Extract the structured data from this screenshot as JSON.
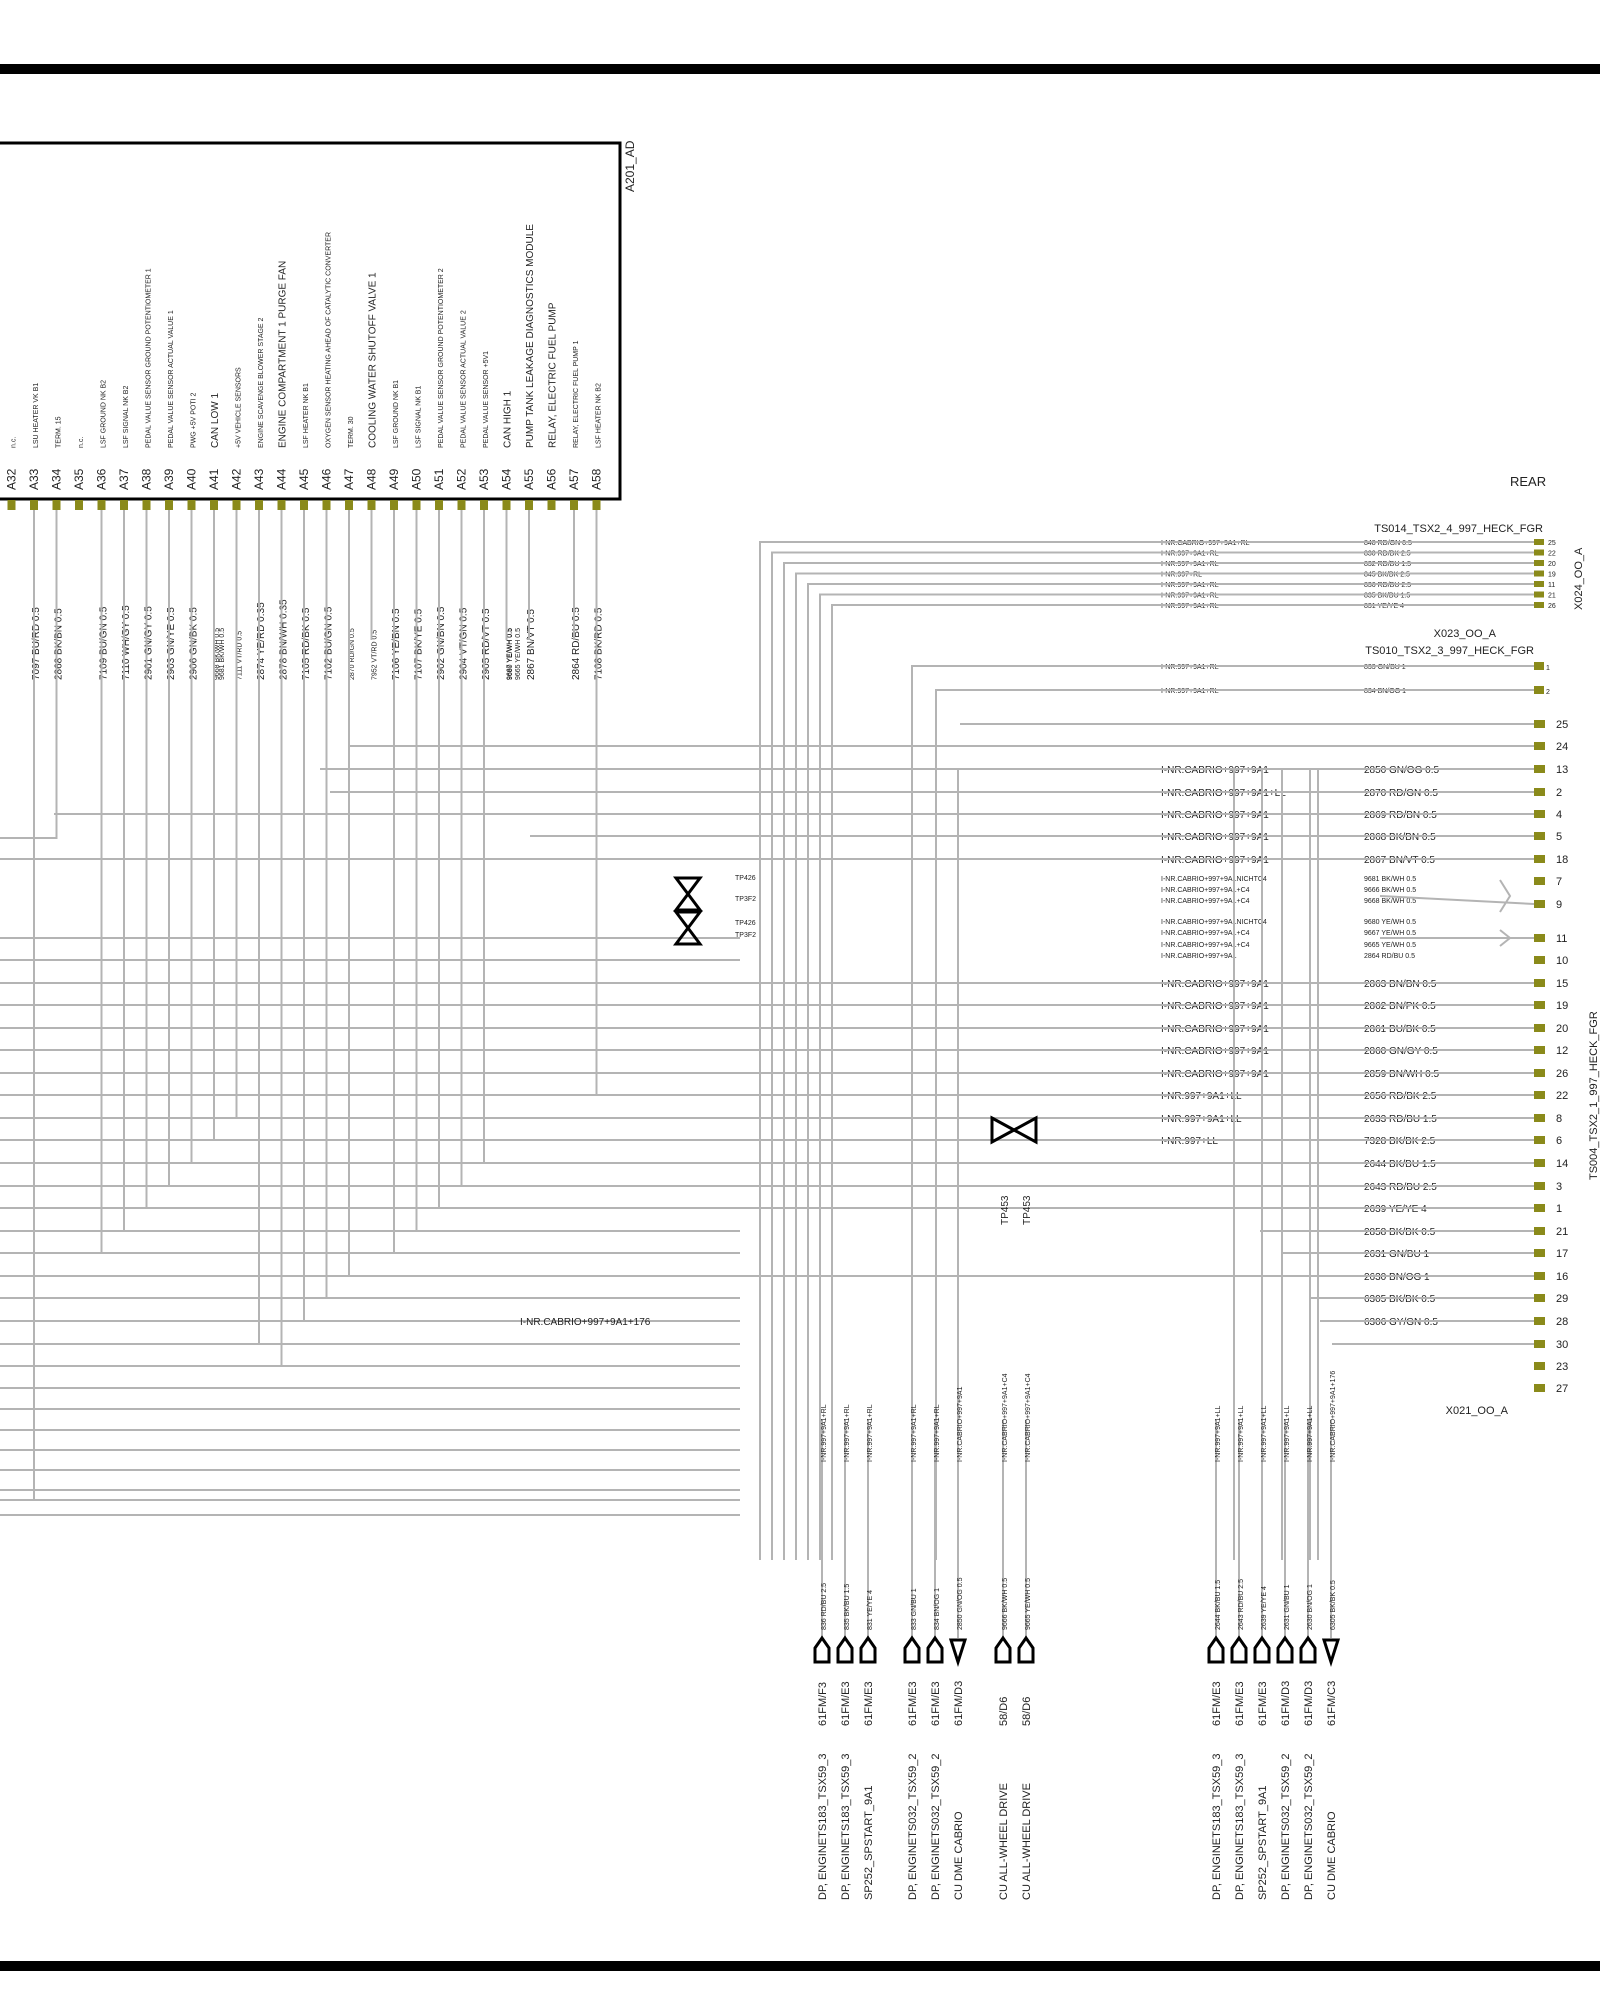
{
  "module": {
    "name": "A201_AD",
    "pins": [
      {
        "pin": "A32",
        "label": "n.c.",
        "wire": ""
      },
      {
        "pin": "A33",
        "label": "LSU HEATER VK B1",
        "wire": "7097 BU/RD 0.5"
      },
      {
        "pin": "A34",
        "label": "TERM. 15",
        "wire": "2868 BK/BN 0.5"
      },
      {
        "pin": "A35",
        "label": "n.c.",
        "wire": ""
      },
      {
        "pin": "A36",
        "label": "LSF GROUND NK B2",
        "wire": "7109 BU/GN 0.5"
      },
      {
        "pin": "A37",
        "label": "LSF SIGNAL NK B2",
        "wire": "7110 WH/GY 0.5"
      },
      {
        "pin": "A38",
        "label": "PEDAL VALUE SENSOR   GROUND POTENTIOMETER 1",
        "wire": "2901 GN/GY 0.5"
      },
      {
        "pin": "A39",
        "label": "PEDAL VALUE SENSOR   ACTUAL VALUE 1",
        "wire": "2903 GN/YE 0.5"
      },
      {
        "pin": "A40",
        "label": "PWG +5V POTI 2",
        "wire": "2906 GN/BK 0.5"
      },
      {
        "pin": "A41",
        "label": "CAN LOW    1",
        "wire": "9668 BK/WH 0.5"
      },
      {
        "pin": "A42",
        "label": "+5V VEHICLE SENSORS",
        "wire": "7111 VT/RD 0.5"
      },
      {
        "pin": "A43",
        "label": "ENGINE SCAVENGE BLOWER   STAGE 2",
        "wire": "2874 YE/RD 0.35"
      },
      {
        "pin": "A44",
        "label": "ENGINE  COMPARTMENT   1  PURGE FAN",
        "wire": "2878 BN/WH 0.35"
      },
      {
        "pin": "A45",
        "label": "LSF HEATER NK B1",
        "wire": "7105 RD/BK 0.5"
      },
      {
        "pin": "A46",
        "label": "OXYGEN   SENSOR  HEATING   AHEAD OF CATALYTIC CONVERTER",
        "wire": "7102 BU/GN 0.5"
      },
      {
        "pin": "A47",
        "label": "TERM. 30",
        "wire": "2870 RD/GN 0.5"
      },
      {
        "pin": "A48",
        "label": "COOLING   WATER SHUTOFF VALVE   1",
        "wire": "7952 VT/RD 0.5"
      },
      {
        "pin": "A49",
        "label": "LSF GROUND NK B1",
        "wire": "7106 YE/BN 0.5"
      },
      {
        "pin": "A50",
        "label": "LSF SIGNAL NK B1",
        "wire": "7107 BK/YE 0.5"
      },
      {
        "pin": "A51",
        "label": "PEDAL VALUE SENSOR   GROUND POTENTIOMETER 2",
        "wire": "2902 GN/BN 0.5"
      },
      {
        "pin": "A52",
        "label": "PEDAL VALUE SENSOR   ACTUAL VALUE 2",
        "wire": "2904 VT/GN 0.5"
      },
      {
        "pin": "A53",
        "label": "PEDAL VALUE   SENSOR +5V1",
        "wire": "2905 RD/VT 0.5"
      },
      {
        "pin": "A54",
        "label": "CAN HIGH 1",
        "wire": "9667 YE/WH 0.5"
      },
      {
        "pin": "A55",
        "label": "PUMP TANK LEAKAGE DIAGNOSTICS MODULE",
        "wire": "2867 BN/VT 0.5"
      },
      {
        "pin": "A56",
        "label": "RELAY, ELECTRIC FUEL PUMP",
        "wire": ""
      },
      {
        "pin": "A57",
        "label": "RELAY, ELECTRIC FUEL PUMP 1",
        "wire": "2864 RD/BU 0.5"
      },
      {
        "pin": "A58",
        "label": "LSF HEATER NK B2",
        "wire": "7108 BK/RD 0.5"
      }
    ],
    "extra_wires": [
      "9681 BK/WH 0.5",
      "9680 YE/WH 0.5",
      "9665 YE/WH 0.5"
    ]
  },
  "rear_label": "REAR",
  "connector_x024": {
    "name": "TS014_TSX2_4_997_HECK_FGR",
    "id": "X024_OO_A",
    "rows": [
      {
        "pin": "25",
        "net": "I-NR.CABRIO+997+9A1+RL",
        "wire": "848 RD/GN 0.5"
      },
      {
        "pin": "22",
        "net": "I-NR.997+9A1+RL",
        "wire": "830 RD/BK 2.5"
      },
      {
        "pin": "20",
        "net": "I-NR.997+9A1+RL",
        "wire": "832 RD/BU 1.5"
      },
      {
        "pin": "19",
        "net": "I-NR.997+RL",
        "wire": "845 BK/BK 2.5"
      },
      {
        "pin": "11",
        "net": "I-NR.997+9A1+RL",
        "wire": "836 RD/BU 2.5"
      },
      {
        "pin": "21",
        "net": "I-NR.997+9A1+RL",
        "wire": "835 BK/BU 1.5"
      },
      {
        "pin": "26",
        "net": "I-NR.997+9A1+RL",
        "wire": "831 YE/YE 4"
      }
    ]
  },
  "connector_x023": {
    "name": "TS010_TSX2_3_997_HECK_FGR",
    "id": "X023_OO_A",
    "rows": [
      {
        "pin": "1",
        "net": "I-NR.997+9A1+RL",
        "wire": "833 GN/BU 1"
      },
      {
        "pin": "2",
        "net": "I-NR.997+9A1+RL",
        "wire": "834 BN/OG 1"
      }
    ]
  },
  "connector_x021": {
    "name": "TS004_TSX2_1_997_HECK_FGR",
    "id": "X021_OO_A",
    "rows": [
      {
        "pin": "25",
        "net": "",
        "wire": ""
      },
      {
        "pin": "24",
        "net": "",
        "wire": ""
      },
      {
        "pin": "13",
        "net": "I-NR.CABRIO+997+9A1",
        "wire": "2850 GN/OG 0.5"
      },
      {
        "pin": "2",
        "net": "I-NR.CABRIO+997+9A1+LL",
        "wire": "2870 RD/GN 0.5"
      },
      {
        "pin": "4",
        "net": "I-NR.CABRIO+997+9A1",
        "wire": "2869 RD/BN 0.5"
      },
      {
        "pin": "5",
        "net": "I-NR.CABRIO+997+9A1",
        "wire": "2868 BK/BN 0.5"
      },
      {
        "pin": "18",
        "net": "I-NR.CABRIO+997+9A1",
        "wire": "2867 BN/VT 0.5"
      },
      {
        "pin": "7",
        "net": "",
        "wire": ""
      },
      {
        "pin": "9",
        "net": "",
        "wire": ""
      },
      {
        "pin": "11",
        "net": "",
        "wire": ""
      },
      {
        "pin": "10",
        "net": "",
        "wire": ""
      },
      {
        "pin": "15",
        "net": "I-NR.CABRIO+997+9A1",
        "wire": "2863 BN/BN 0.5"
      },
      {
        "pin": "19",
        "net": "I-NR.CABRIO+997+9A1",
        "wire": "2862 BN/PK 0.5"
      },
      {
        "pin": "20",
        "net": "I-NR.CABRIO+997+9A1",
        "wire": "2861 BU/BK 0.5"
      },
      {
        "pin": "12",
        "net": "I-NR.CABRIO+997+9A1",
        "wire": "2860 GN/GY 0.5"
      },
      {
        "pin": "26",
        "net": "I-NR.CABRIO+997+9A1",
        "wire": "2859 BN/WH 0.5"
      },
      {
        "pin": "22",
        "net": "I-NR.997+9A1+LL",
        "wire": "2656 RD/BK 2.5"
      },
      {
        "pin": "8",
        "net": "I-NR.997+9A1+LL",
        "wire": "2633 RD/BU 1.5"
      },
      {
        "pin": "6",
        "net": "I-NR.997+LL",
        "wire": "7328 BK/BK 2.5"
      },
      {
        "pin": "14",
        "net": "",
        "wire": "2644 BK/BU 1.5"
      },
      {
        "pin": "3",
        "net": "",
        "wire": "2643 RD/BU 2.5"
      },
      {
        "pin": "1",
        "net": "",
        "wire": "2639 YE/YE 4"
      },
      {
        "pin": "21",
        "net": "",
        "wire": "2858 BK/BK 0.5"
      },
      {
        "pin": "17",
        "net": "",
        "wire": "2631 GN/BU 1"
      },
      {
        "pin": "16",
        "net": "",
        "wire": "2630 BN/OG 1"
      },
      {
        "pin": "29",
        "net": "",
        "wire": "6305 BK/BK 0.5"
      },
      {
        "pin": "28",
        "net": "",
        "wire": "6306 GY/GN 0.5"
      },
      {
        "pin": "30",
        "net": "",
        "wire": ""
      },
      {
        "pin": "23",
        "net": "",
        "wire": ""
      },
      {
        "pin": "27",
        "net": "",
        "wire": ""
      }
    ],
    "twisted_rows": [
      {
        "net": "I-NR.CABRIO+997+9A1NICHTC4",
        "wire": "9681 BK/WH 0.5"
      },
      {
        "net": "I-NR.CABRIO+997+9A1+C4",
        "wire": "9666 BK/WH 0.5"
      },
      {
        "net": "I-NR.CABRIO+997+9A1+C4",
        "wire": "9668 BK/WH 0.5"
      },
      {
        "net": "I-NR.CABRIO+997+9A1NICHTC4",
        "wire": "9680 YE/WH 0.5"
      },
      {
        "net": "I-NR.CABRIO+997+9A1+C4",
        "wire": "9667 YE/WH 0.5"
      },
      {
        "net": "I-NR.CABRIO+997+9A1+C4",
        "wire": "9665 YE/WH 0.5"
      },
      {
        "net": "I-NR.CABRIO+997+9A1",
        "wire": "2864 RD/BU 0.5"
      }
    ]
  },
  "twist_points": [
    "TP426",
    "TP3F2",
    "TP426",
    "TP3F2"
  ],
  "tp453": [
    "TP453",
    "TP453"
  ],
  "net_176": "I-NR.CABRIO+997+9A1+176",
  "bottom_connectors": [
    {
      "net": "I-NR.997+9A1+RL",
      "wire": "836 RD/BU 2.5",
      "ref": "61FM/F3",
      "dest": "DP, ENGINETS183_TSX59_3",
      "type": "diamond"
    },
    {
      "net": "I-NR.997+9A1+RL",
      "wire": "835 BK/BU 1.5",
      "ref": "61FM/E3",
      "dest": "DP, ENGINETS183_TSX59_3",
      "type": "diamond"
    },
    {
      "net": "I-NR.997+9A1+RL",
      "wire": "831 YE/YE 4",
      "ref": "61FM/E3",
      "dest": "SP252_SPSTART_9A1",
      "type": "diamond"
    },
    {
      "net": "I-NR.997+9A1+RL",
      "wire": "833 GN/BU 1",
      "ref": "61FM/E3",
      "dest": "DP, ENGINETS032_TSX59_2",
      "type": "diamond"
    },
    {
      "net": "I-NR.997+9A1+RL",
      "wire": "834 BN/OG 1",
      "ref": "61FM/E3",
      "dest": "DP, ENGINETS032_TSX59_2",
      "type": "diamond"
    },
    {
      "net": "I-NR.CABRIO+997+9A1",
      "wire": "2850 GN/OG 0.5",
      "ref": "61FM/D3",
      "dest": "CU DME   CABRIO",
      "type": "triangle"
    },
    {
      "net": "I-NR.CABRIO+997+9A1+C4",
      "wire": "9666 BK/WH 0.5",
      "ref": "58/D6",
      "dest": "CU ALL-WHEEL DRIVE",
      "type": "diamond"
    },
    {
      "net": "I-NR.CABRIO+997+9A1+C4",
      "wire": "9665 YE/WH 0.5",
      "ref": "58/D6",
      "dest": "CU ALL-WHEEL DRIVE",
      "type": "diamond"
    },
    {
      "net": "I-NR.997+9A1+LL",
      "wire": "2644 BK/BU 1.5",
      "ref": "61FM/E3",
      "dest": "DP, ENGINETS183_TSX59_3",
      "type": "diamond"
    },
    {
      "net": "I-NR.997+9A1+LL",
      "wire": "2643 RD/BU 2.5",
      "ref": "61FM/E3",
      "dest": "DP, ENGINETS183_TSX59_3",
      "type": "diamond"
    },
    {
      "net": "I-NR.997+9A1+LL",
      "wire": "2639 YE/YE 4",
      "ref": "61FM/E3",
      "dest": "SP252_SPSTART_9A1",
      "type": "diamond"
    },
    {
      "net": "I-NR.997+9A1+LL",
      "wire": "2631 GN/BU 1",
      "ref": "61FM/D3",
      "dest": "DP, ENGINETS032_TSX59_2",
      "type": "diamond"
    },
    {
      "net": "I-NR.997+9A1+LL",
      "wire": "2630 BN/OG 1",
      "ref": "61FM/D3",
      "dest": "DP, ENGINETS032_TSX59_2",
      "type": "diamond"
    },
    {
      "net": "I-NR.CABRIO+997+9A1+176",
      "wire": "6305 BK/BK 0.5",
      "ref": "61FM/C3",
      "dest": "CU DME   CABRIO",
      "type": "triangle"
    }
  ],
  "colors": {
    "wire": "#b4b4b4",
    "pin": "#8a8a1a",
    "frame": "#000000",
    "text": "#222222"
  }
}
